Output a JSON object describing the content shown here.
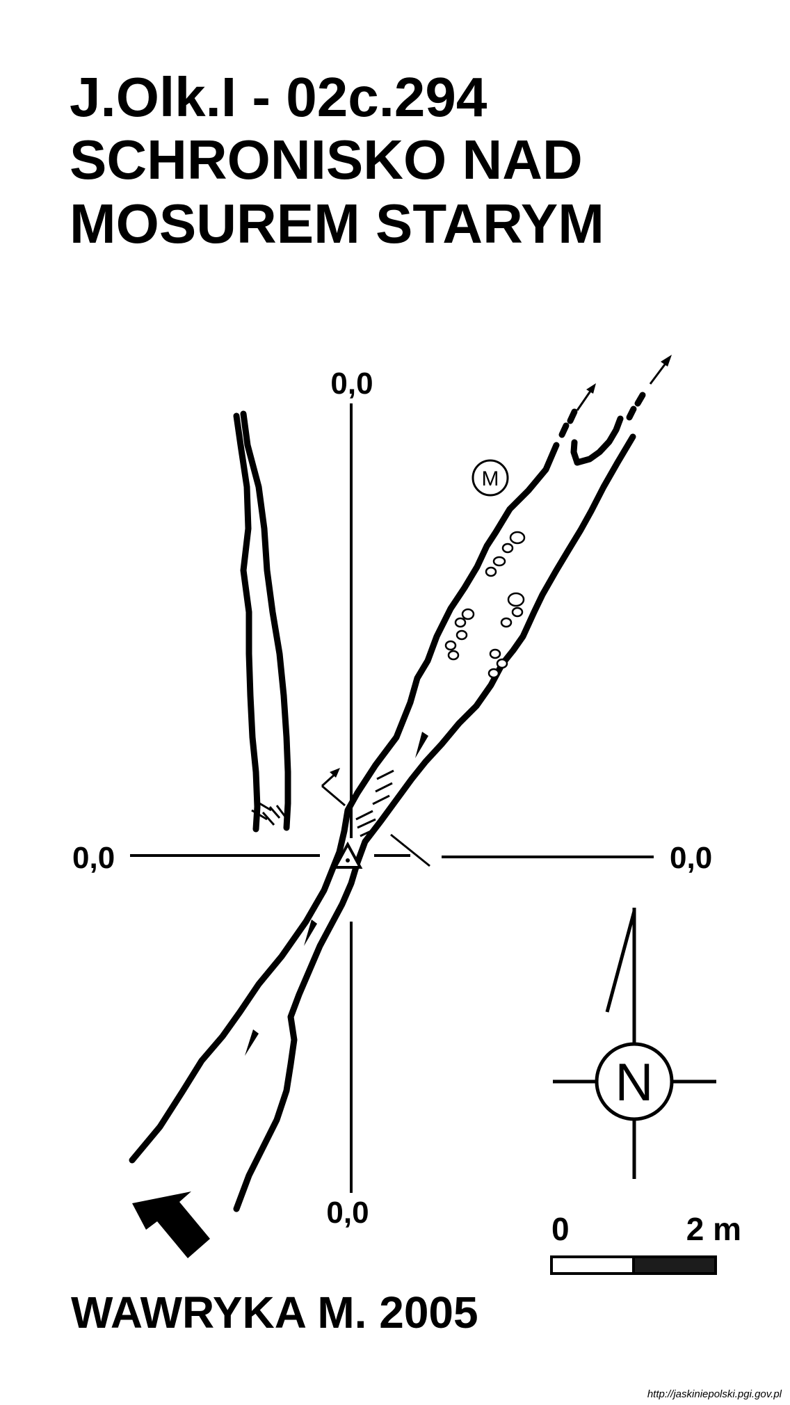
{
  "title": {
    "line1": "J.Olk.I - 02c.294",
    "line2": "SCHRONISKO NAD",
    "line3": "MOSUREM STARYM"
  },
  "axes": {
    "top_label": "0,0",
    "bottom_label": "0,0",
    "left_label": "0,0",
    "right_label": "0,0"
  },
  "compass": {
    "letter": "N"
  },
  "scale": {
    "start_label": "0",
    "end_label": "2 m"
  },
  "symbol_m": "M",
  "author": "WAWRYKA M. 2005",
  "source": "http://jaskiniepolski.pgi.gov.pl"
}
